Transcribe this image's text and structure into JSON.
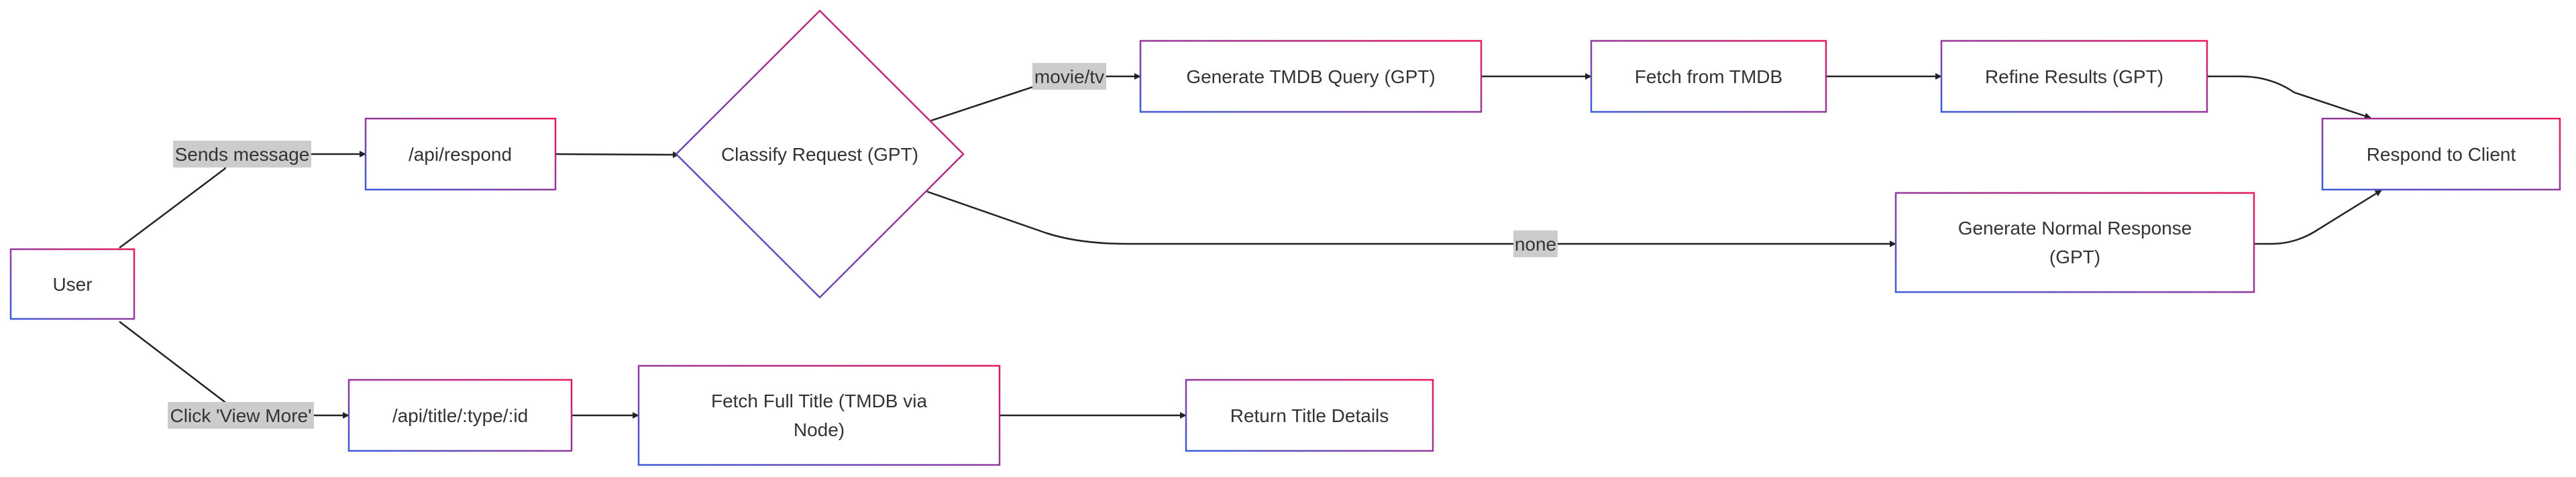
{
  "nodes": {
    "user": "User",
    "api_respond": "/api/respond",
    "classify": "Classify Request (GPT)",
    "gen_query": "Generate TMDB Query (GPT)",
    "fetch_tmdb": "Fetch from TMDB",
    "refine": "Refine Results (GPT)",
    "respond_client": "Respond to Client",
    "gen_normal_line1": "Generate Normal Response",
    "gen_normal_line2": "(GPT)",
    "api_title": "/api/title/:type/:id",
    "fetch_full_line1": "Fetch Full Title (TMDB via",
    "fetch_full_line2": "Node)",
    "return_details": "Return Title Details"
  },
  "edge_labels": {
    "sends_message": "Sends message",
    "movie_tv": "movie/tv",
    "none": "none",
    "click_view_more": "Click 'View More'"
  },
  "colors": {
    "border_gradient_start": "#3b5bdb",
    "border_gradient_end": "#e8175d",
    "edge": "#222222",
    "label_bg": "#cccccc",
    "text": "#333333"
  }
}
